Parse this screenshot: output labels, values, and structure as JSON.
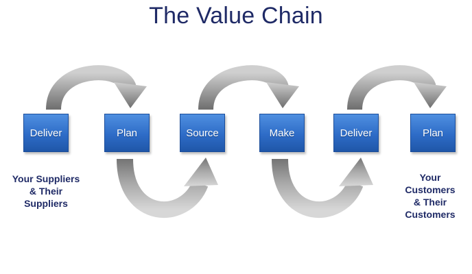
{
  "title": "The Value Chain",
  "steps": [
    "Deliver",
    "Plan",
    "Source",
    "Make",
    "Deliver",
    "Plan"
  ],
  "left_label": [
    "Your Suppliers",
    "& Their",
    "Suppliers"
  ],
  "right_label": [
    "Your",
    "Customers",
    "& Their",
    "Customers"
  ],
  "colors": {
    "title": "#1f2a66",
    "box": "#2e6cc7",
    "arrow": "#9a9a9a"
  }
}
